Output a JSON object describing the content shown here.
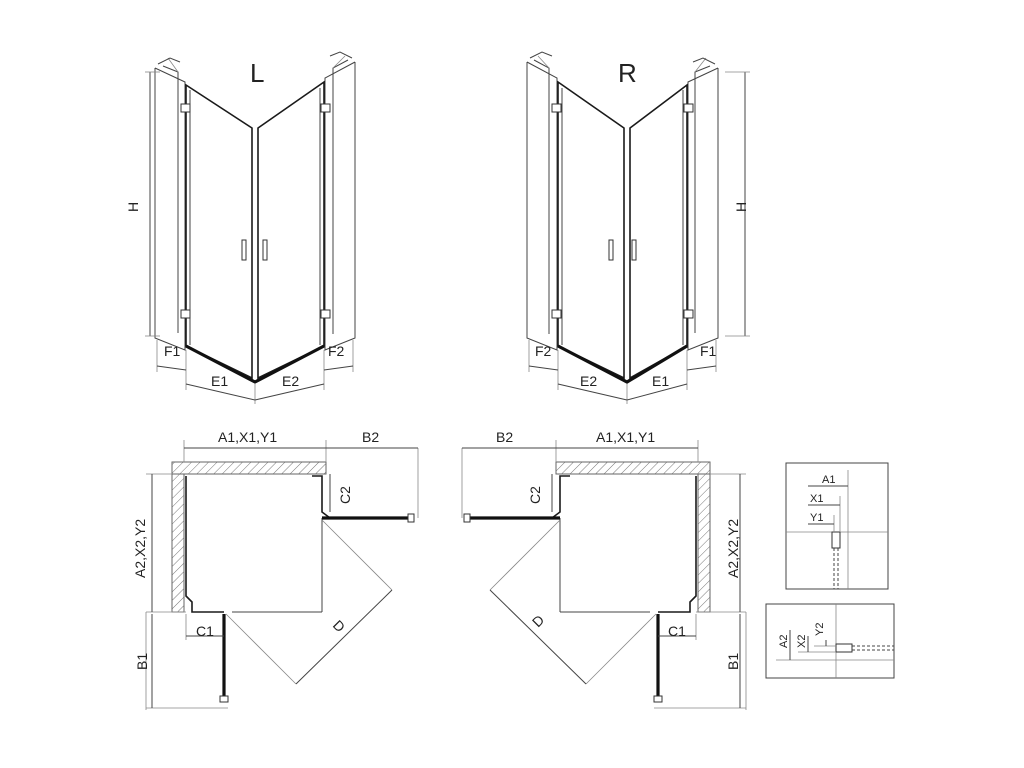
{
  "views": {
    "left": {
      "title": "L",
      "labels": {
        "h": "H",
        "f1": "F1",
        "e1": "E1",
        "e2": "E2",
        "f2": "F2"
      }
    },
    "right": {
      "title": "R",
      "labels": {
        "h": "H",
        "f2": "F2",
        "e2": "E2",
        "e1": "E1",
        "f1": "F1"
      }
    }
  },
  "plans": {
    "left": {
      "a_label": "A1,X1,Y1",
      "b2_label": "B2",
      "side_label": "A2,X2,Y2",
      "c2_label": "C2",
      "c1_label": "C1",
      "d_label": "D",
      "b1_label": "B1"
    },
    "right": {
      "a_label": "A1,X1,Y1",
      "b2_label": "B2",
      "side_label": "A2,X2,Y2",
      "c2_label": "C2",
      "c1_label": "C1",
      "d_label": "D",
      "b1_label": "B1"
    }
  },
  "details": {
    "top": {
      "a1": "A1",
      "x1": "X1",
      "y1": "Y1"
    },
    "bottom": {
      "a2": "A2",
      "x2": "X2",
      "y2": "Y2"
    }
  }
}
